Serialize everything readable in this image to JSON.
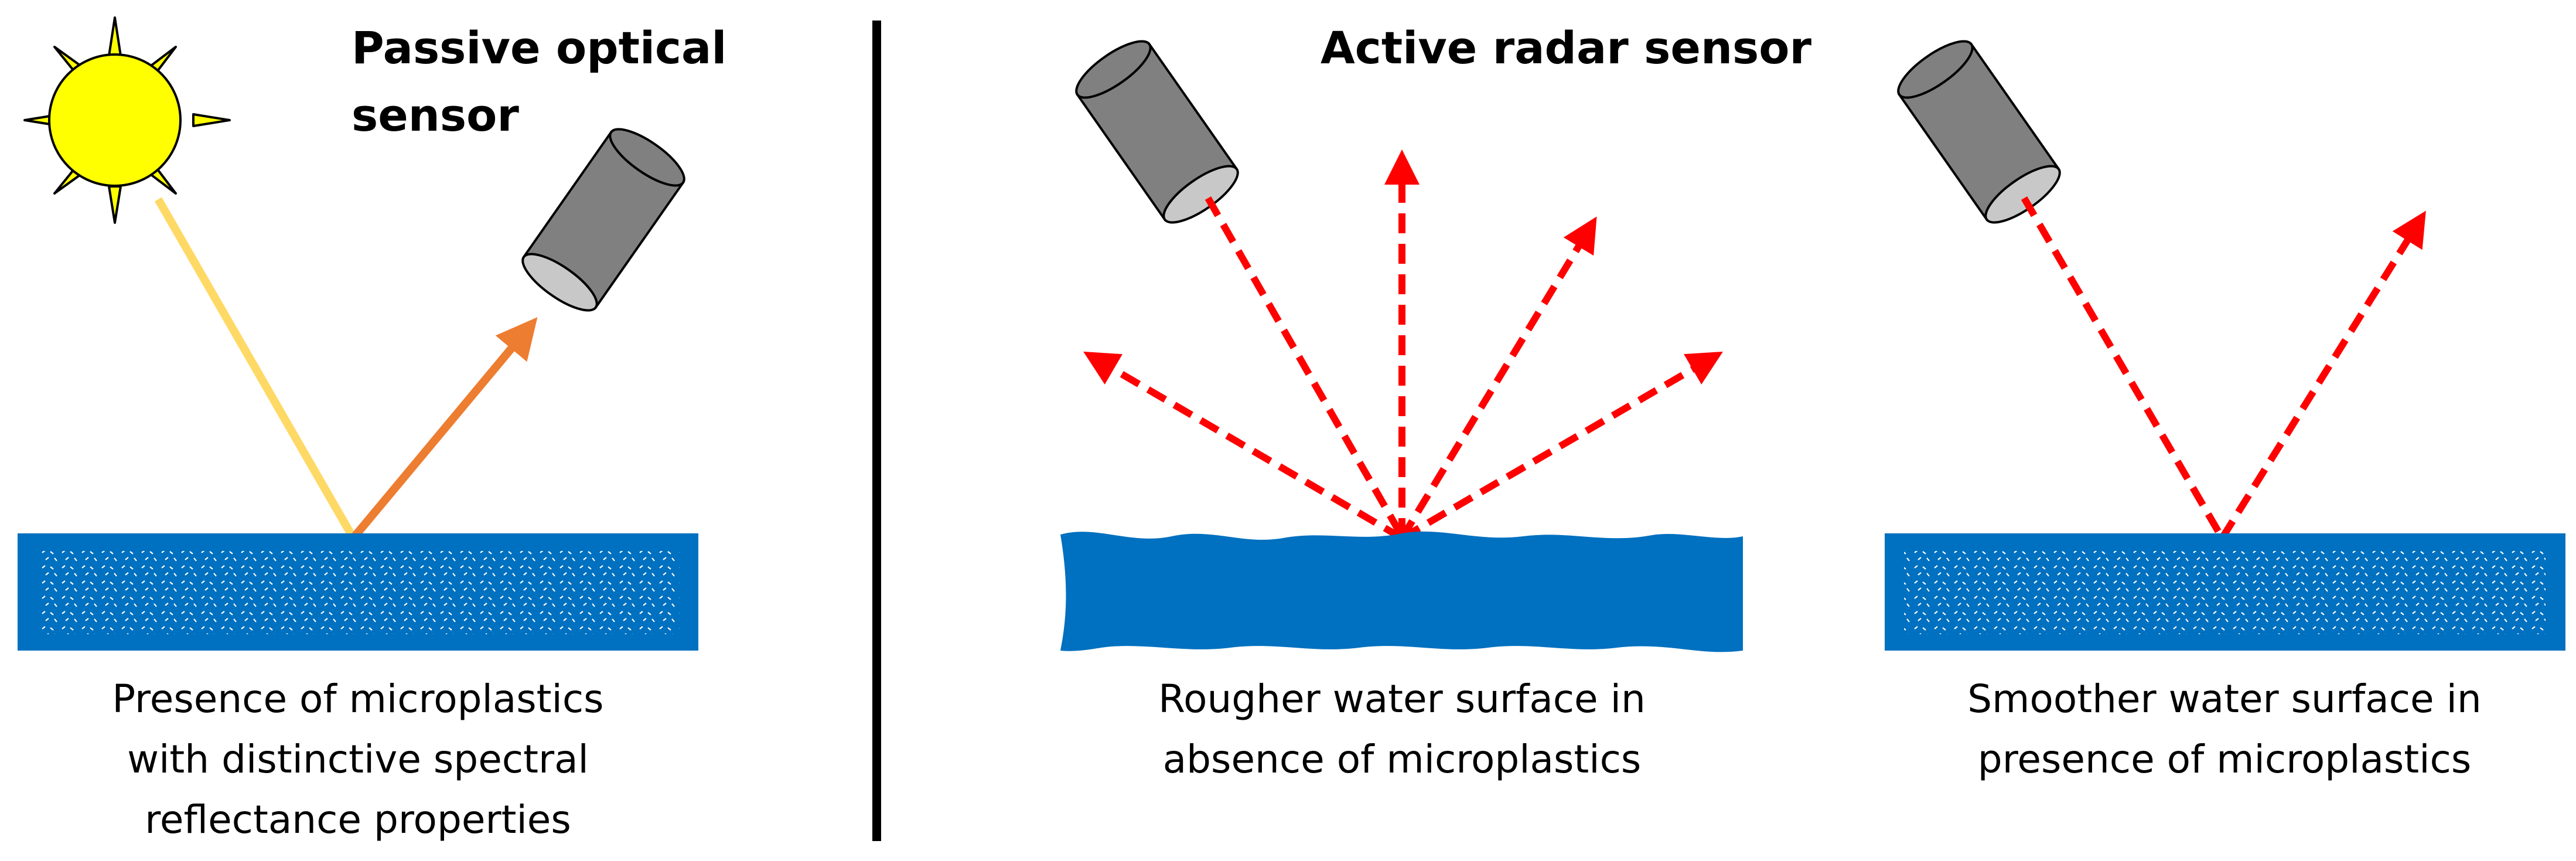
{
  "passive": {
    "title_line1": "Passive optical",
    "title_line2": "sensor",
    "caption_line1": "Presence of microplastics",
    "caption_line2": "with distinctive spectral",
    "caption_line3": "reflectance properties"
  },
  "active": {
    "title": "Active radar sensor",
    "rough_caption_line1": "Rougher water surface in",
    "rough_caption_line2": "absence of microplastics",
    "smooth_caption_line1": "Smoother water surface in",
    "smooth_caption_line2": "presence of microplastics"
  },
  "colors": {
    "water": "#0070C0",
    "sun": "#FFFF00",
    "sun_ray": "#FFD966",
    "reflected_ray": "#ED7D31",
    "radar": "#FF0000",
    "sensor_body": "#808080",
    "sensor_lens": "#C8C8C8",
    "divider": "#000000"
  },
  "icons": [
    "sun-icon",
    "optical-sensor-icon",
    "radar-sensor-icon"
  ]
}
